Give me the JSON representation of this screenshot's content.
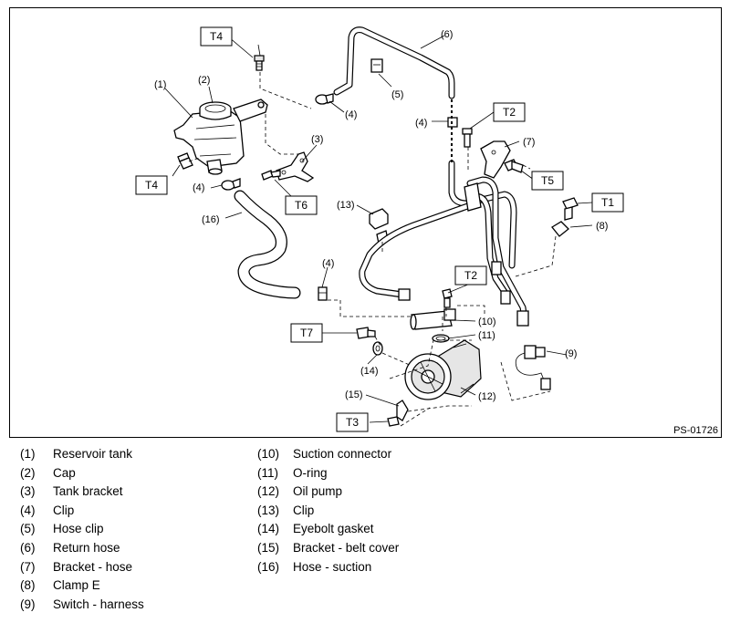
{
  "figure_id": "PS-01726",
  "callouts": {
    "c1": "(1)",
    "c2": "(2)",
    "c3": "(3)",
    "c4a": "(4)",
    "c4b": "(4)",
    "c4c": "(4)",
    "c4d": "(4)",
    "c5": "(5)",
    "c6": "(6)",
    "c7": "(7)",
    "c8": "(8)",
    "c9": "(9)",
    "c10": "(10)",
    "c11": "(11)",
    "c12": "(12)",
    "c13": "(13)",
    "c14": "(14)",
    "c15": "(15)",
    "c16": "(16)"
  },
  "torque_tags": {
    "t4a": "T4",
    "t4b": "T4",
    "t6": "T6",
    "t2a": "T2",
    "t5": "T5",
    "t1": "T1",
    "t2b": "T2",
    "t7": "T7",
    "t3": "T3"
  },
  "legend_left": [
    {
      "num": "(1)",
      "name": "Reservoir tank"
    },
    {
      "num": "(2)",
      "name": "Cap"
    },
    {
      "num": "(3)",
      "name": "Tank bracket"
    },
    {
      "num": "(4)",
      "name": "Clip"
    },
    {
      "num": "(5)",
      "name": "Hose clip"
    },
    {
      "num": "(6)",
      "name": "Return hose"
    },
    {
      "num": "(7)",
      "name": "Bracket - hose"
    },
    {
      "num": "(8)",
      "name": "Clamp E"
    },
    {
      "num": "(9)",
      "name": "Switch - harness"
    }
  ],
  "legend_right": [
    {
      "num": "(10)",
      "name": "Suction connector"
    },
    {
      "num": "(11)",
      "name": "O-ring"
    },
    {
      "num": "(12)",
      "name": "Oil pump"
    },
    {
      "num": "(13)",
      "name": "Clip"
    },
    {
      "num": "(14)",
      "name": "Eyebolt gasket"
    },
    {
      "num": "(15)",
      "name": "Bracket - belt cover"
    },
    {
      "num": "(16)",
      "name": "Hose - suction"
    }
  ]
}
